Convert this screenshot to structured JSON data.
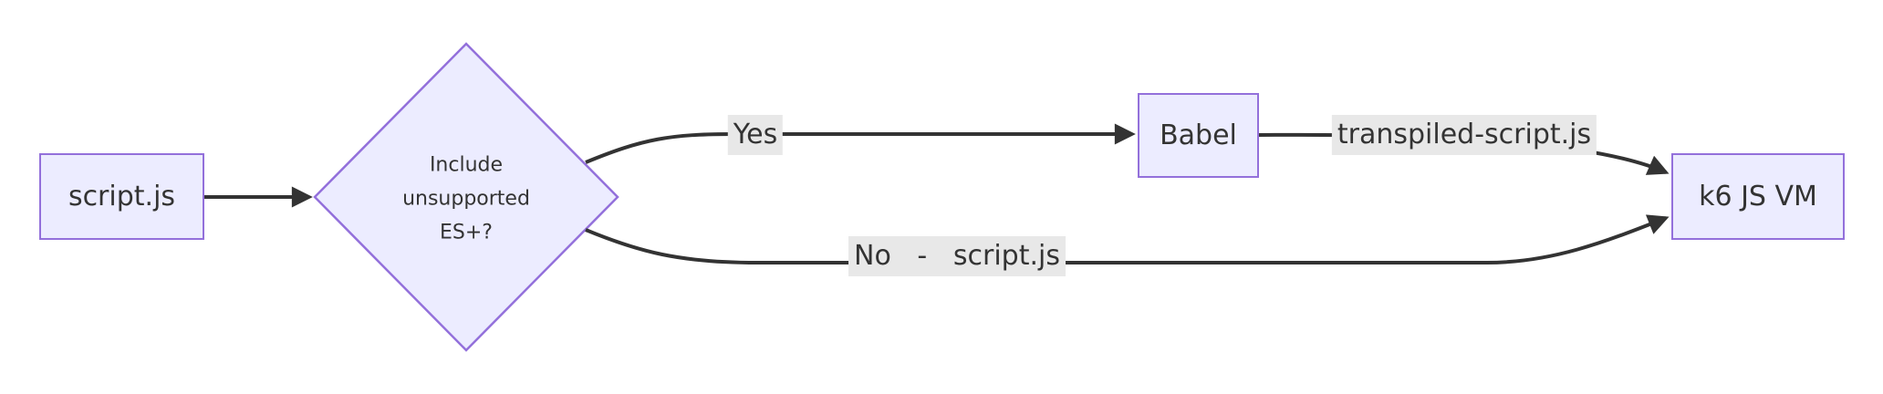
{
  "diagram": {
    "type": "flowchart",
    "direction": "left-to-right",
    "colors": {
      "background": "#ffffff",
      "node_fill": "#ECECFF",
      "node_border": "#9370DB",
      "text": "#333333",
      "edge_line": "#333333",
      "edge_label_background": "#e8e8e8"
    },
    "nodes": {
      "script": {
        "label": "script.js",
        "shape": "rectangle"
      },
      "decision": {
        "label": "Include unsupported ES+?",
        "lines": [
          "Include",
          "unsupported",
          "ES+?"
        ],
        "shape": "diamond"
      },
      "babel": {
        "label": "Babel",
        "shape": "rectangle"
      },
      "k6vm": {
        "label": "k6 JS VM",
        "shape": "rectangle"
      }
    },
    "edges": [
      {
        "from": "script",
        "to": "decision",
        "label": ""
      },
      {
        "from": "decision",
        "to": "babel",
        "label": "Yes"
      },
      {
        "from": "babel",
        "to": "k6vm",
        "label": "transpiled-script.js"
      },
      {
        "from": "decision",
        "to": "k6vm",
        "label": "No   -   script.js"
      }
    ],
    "edge_labels": {
      "yes": "Yes",
      "transpiled": "transpiled-script.js",
      "no": "No   -   script.js"
    }
  }
}
